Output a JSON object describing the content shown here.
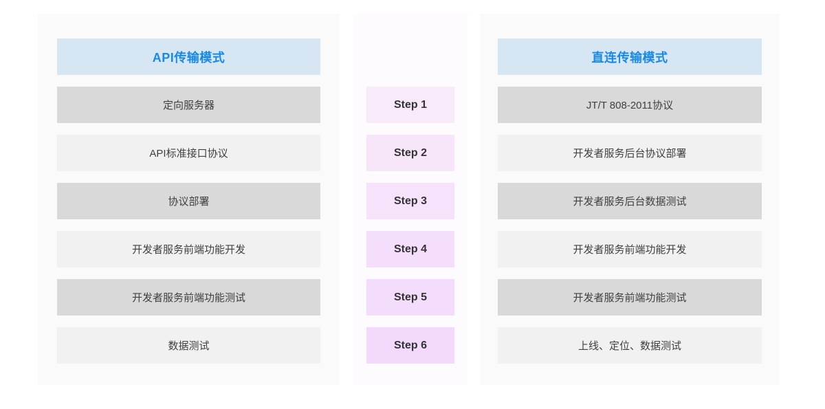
{
  "left_panel": {
    "header": "API传输模式",
    "rows": [
      "定向服务器",
      "API标准接口协议",
      "协议部署",
      "开发者服务前端功能开发",
      "开发者服务前端功能测试",
      "数据测试"
    ]
  },
  "middle_panel": {
    "steps": [
      "Step 1",
      "Step 2",
      "Step 3",
      "Step 4",
      "Step 5",
      "Step 6"
    ]
  },
  "right_panel": {
    "header": "直连传输模式",
    "rows": [
      "JT/T 808-2011协议",
      "开发者服务后台协议部署",
      "开发者服务后台数据测试",
      "开发者服务前端功能开发",
      "开发者服务前端功能测试",
      "上线、定位、数据测试"
    ]
  },
  "colors": {
    "header_bg": "#d6e7f3",
    "header_text": "#1989e8",
    "row_dark": "#d9d9d9",
    "row_light": "#f1f1f1",
    "panel_bg": "#fafafa",
    "panel_mid_bg": "#fefbfe",
    "step_text": "#333333",
    "row_text": "#404040"
  }
}
